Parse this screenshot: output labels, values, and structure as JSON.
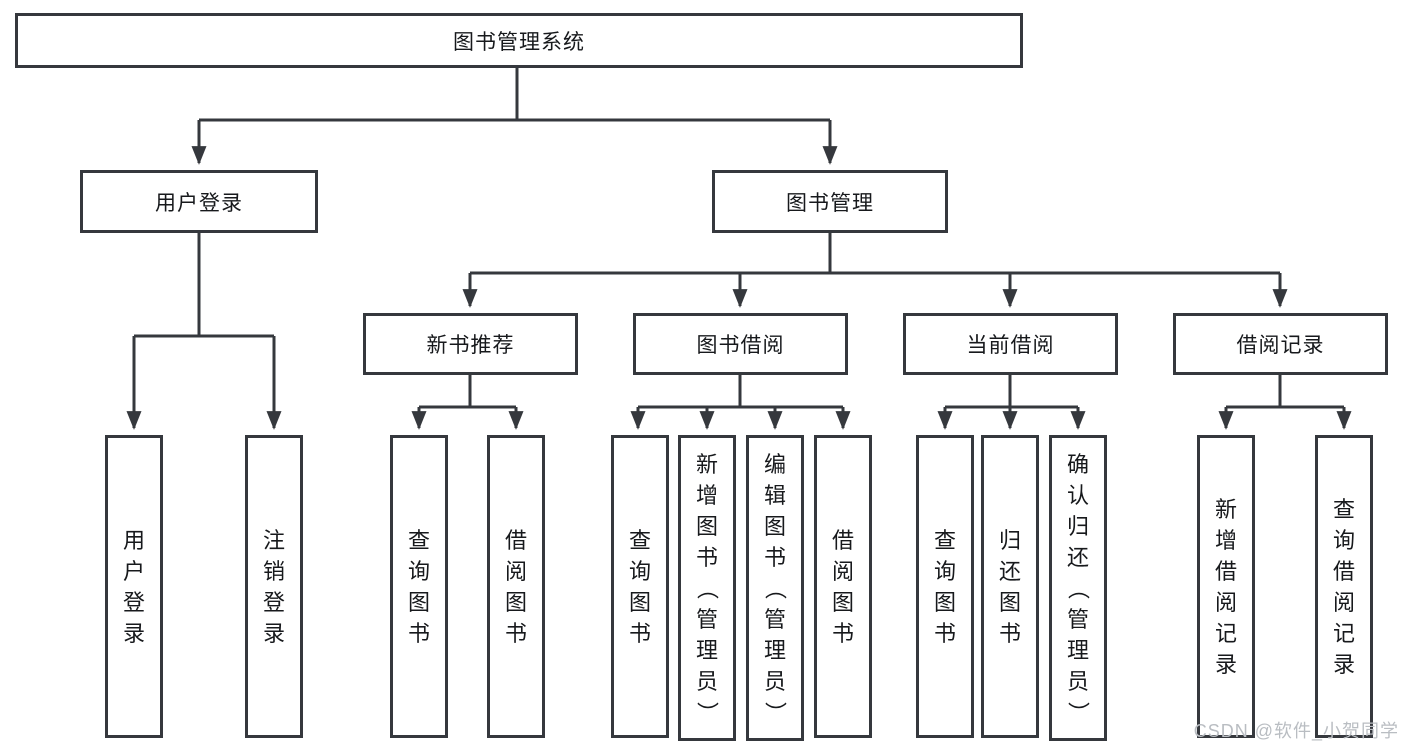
{
  "diagram": {
    "type": "tree-structure-chart",
    "watermark": "CSDN @软件_小贺同学",
    "colors": {
      "line": "#35383d",
      "box_border": "#35383d",
      "text": "#17191c",
      "watermark_text": "#b9bdc2",
      "background": "#ffffff"
    },
    "nodes": {
      "root": {
        "label": "图书管理系统"
      },
      "user_login": {
        "label": "用户登录",
        "parent": "root"
      },
      "book_mgmt": {
        "label": "图书管理",
        "parent": "root"
      },
      "new_book_rec": {
        "label": "新书推荐",
        "parent": "book_mgmt"
      },
      "book_borrow": {
        "label": "图书借阅",
        "parent": "book_mgmt"
      },
      "current_borrow": {
        "label": "当前借阅",
        "parent": "book_mgmt"
      },
      "borrow_records": {
        "label": "借阅记录",
        "parent": "book_mgmt"
      },
      "leaf_user_login": {
        "label": "用户登录",
        "parent": "user_login"
      },
      "leaf_logout": {
        "label": "注销登录",
        "parent": "user_login"
      },
      "leaf_query_books_rec": {
        "label": "查询图书",
        "parent": "new_book_rec"
      },
      "leaf_borrow_books_rec": {
        "label": "借阅图书",
        "parent": "new_book_rec"
      },
      "leaf_query_books_borrow": {
        "label": "查询图书",
        "parent": "book_borrow"
      },
      "leaf_add_books": {
        "label": "新增图书（管理员）",
        "parent": "book_borrow"
      },
      "leaf_edit_books": {
        "label": "编辑图书（管理员）",
        "parent": "book_borrow"
      },
      "leaf_borrow_books": {
        "label": "借阅图书",
        "parent": "book_borrow"
      },
      "leaf_query_books_current": {
        "label": "查询图书",
        "parent": "current_borrow"
      },
      "leaf_return_books": {
        "label": "归还图书",
        "parent": "current_borrow"
      },
      "leaf_confirm_return": {
        "label": "确认归还（管理员）",
        "parent": "current_borrow"
      },
      "leaf_add_borrow_record": {
        "label": "新增借阅记录",
        "parent": "borrow_records"
      },
      "leaf_query_borrow_record": {
        "label": "查询借阅记录",
        "parent": "borrow_records"
      }
    }
  }
}
